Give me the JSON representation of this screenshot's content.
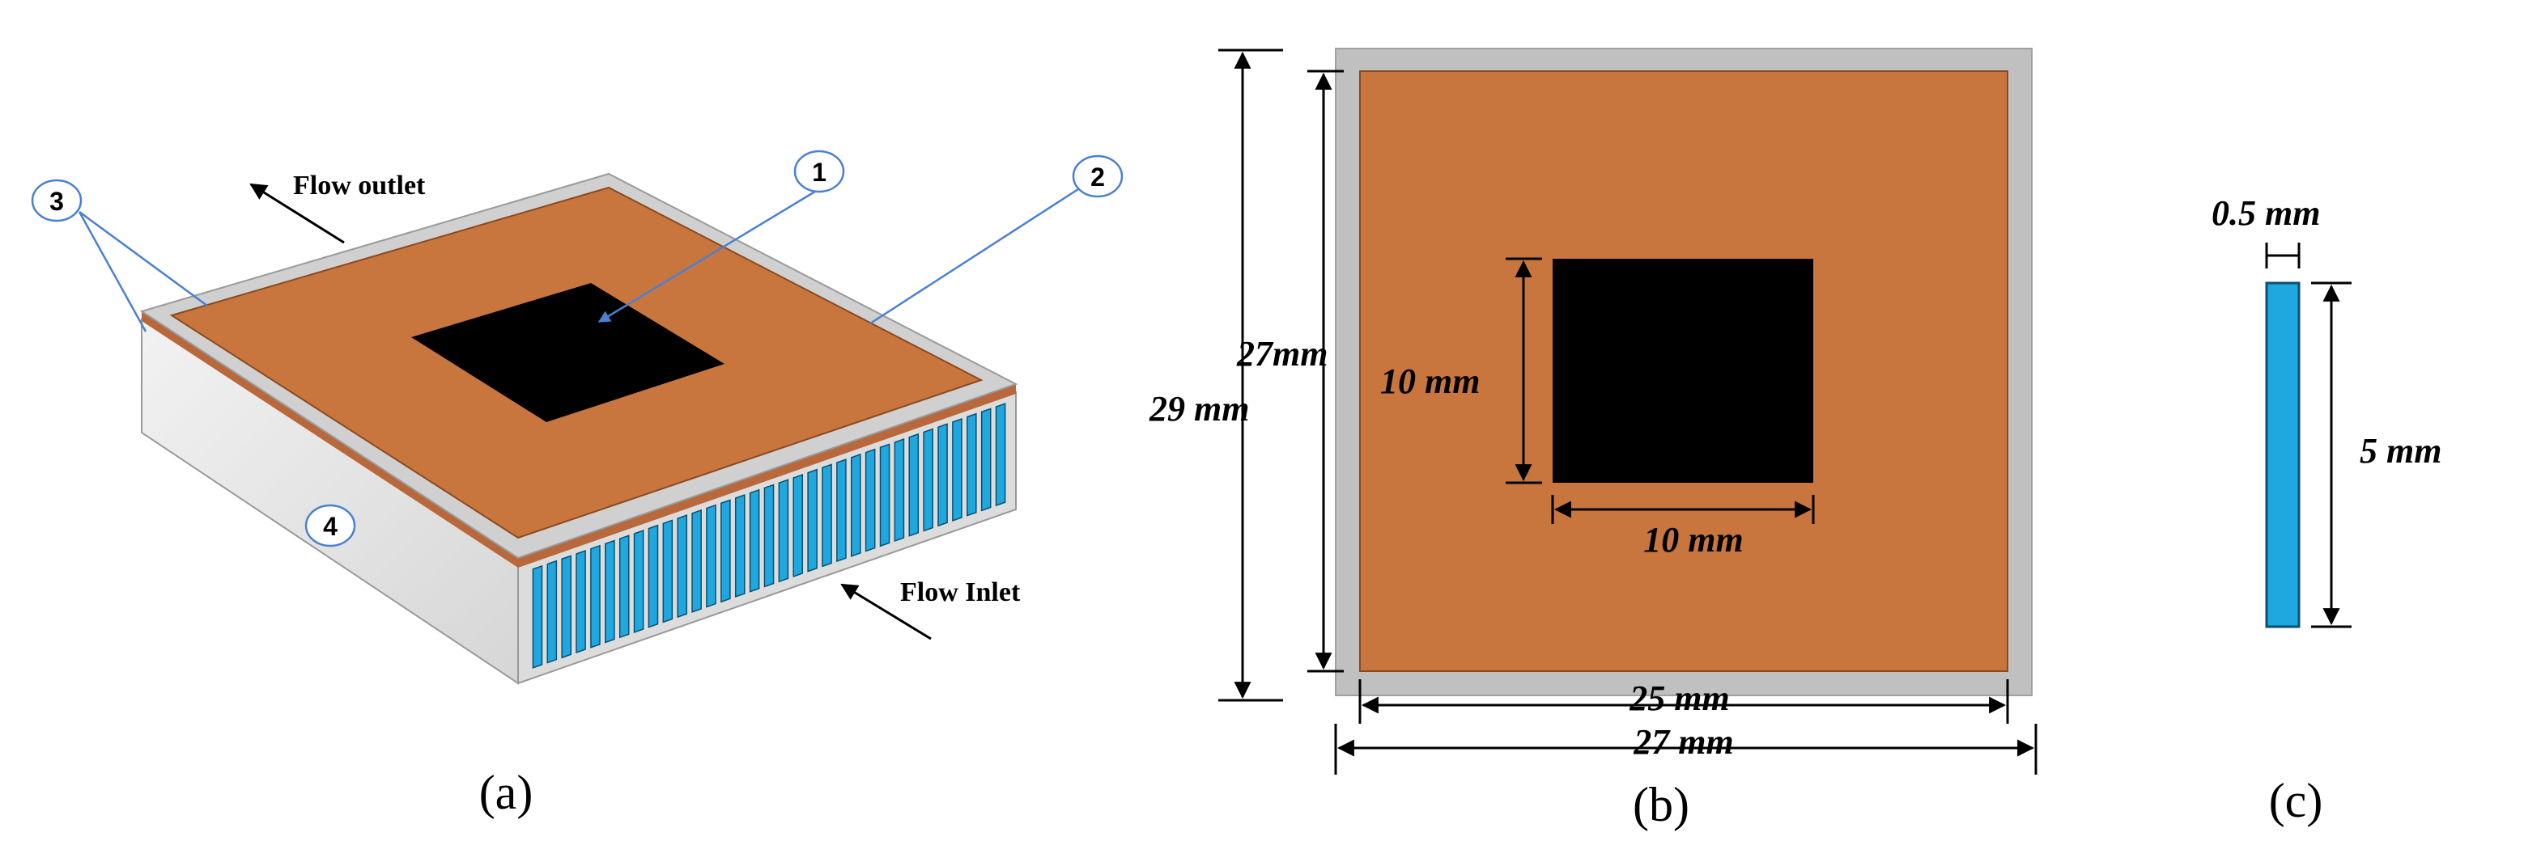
{
  "panel_a": {
    "caption": "(a)",
    "flow_outlet": "Flow outlet",
    "flow_inlet": "Flow Inlet",
    "markers": [
      "1",
      "2",
      "3",
      "4"
    ]
  },
  "panel_b": {
    "caption": "(b)",
    "dim_outer_height": "29 mm",
    "dim_inner_height": "27mm",
    "dim_chip_height": "10 mm",
    "dim_chip_width": "10 mm",
    "dim_inner_width": "25 mm",
    "dim_outer_width": "27 mm"
  },
  "panel_c": {
    "caption": "(c)",
    "dim_fin_width": "0.5 mm",
    "dim_fin_height": "5 mm"
  },
  "colors": {
    "copper": "#c9763e",
    "copper_dark": "#a85c2b",
    "chip": "#000000",
    "frame": "#bfbfbf",
    "frame_light": "#e8e8e8",
    "channel": "#1ea8df",
    "leader": "#4a7fd4"
  }
}
